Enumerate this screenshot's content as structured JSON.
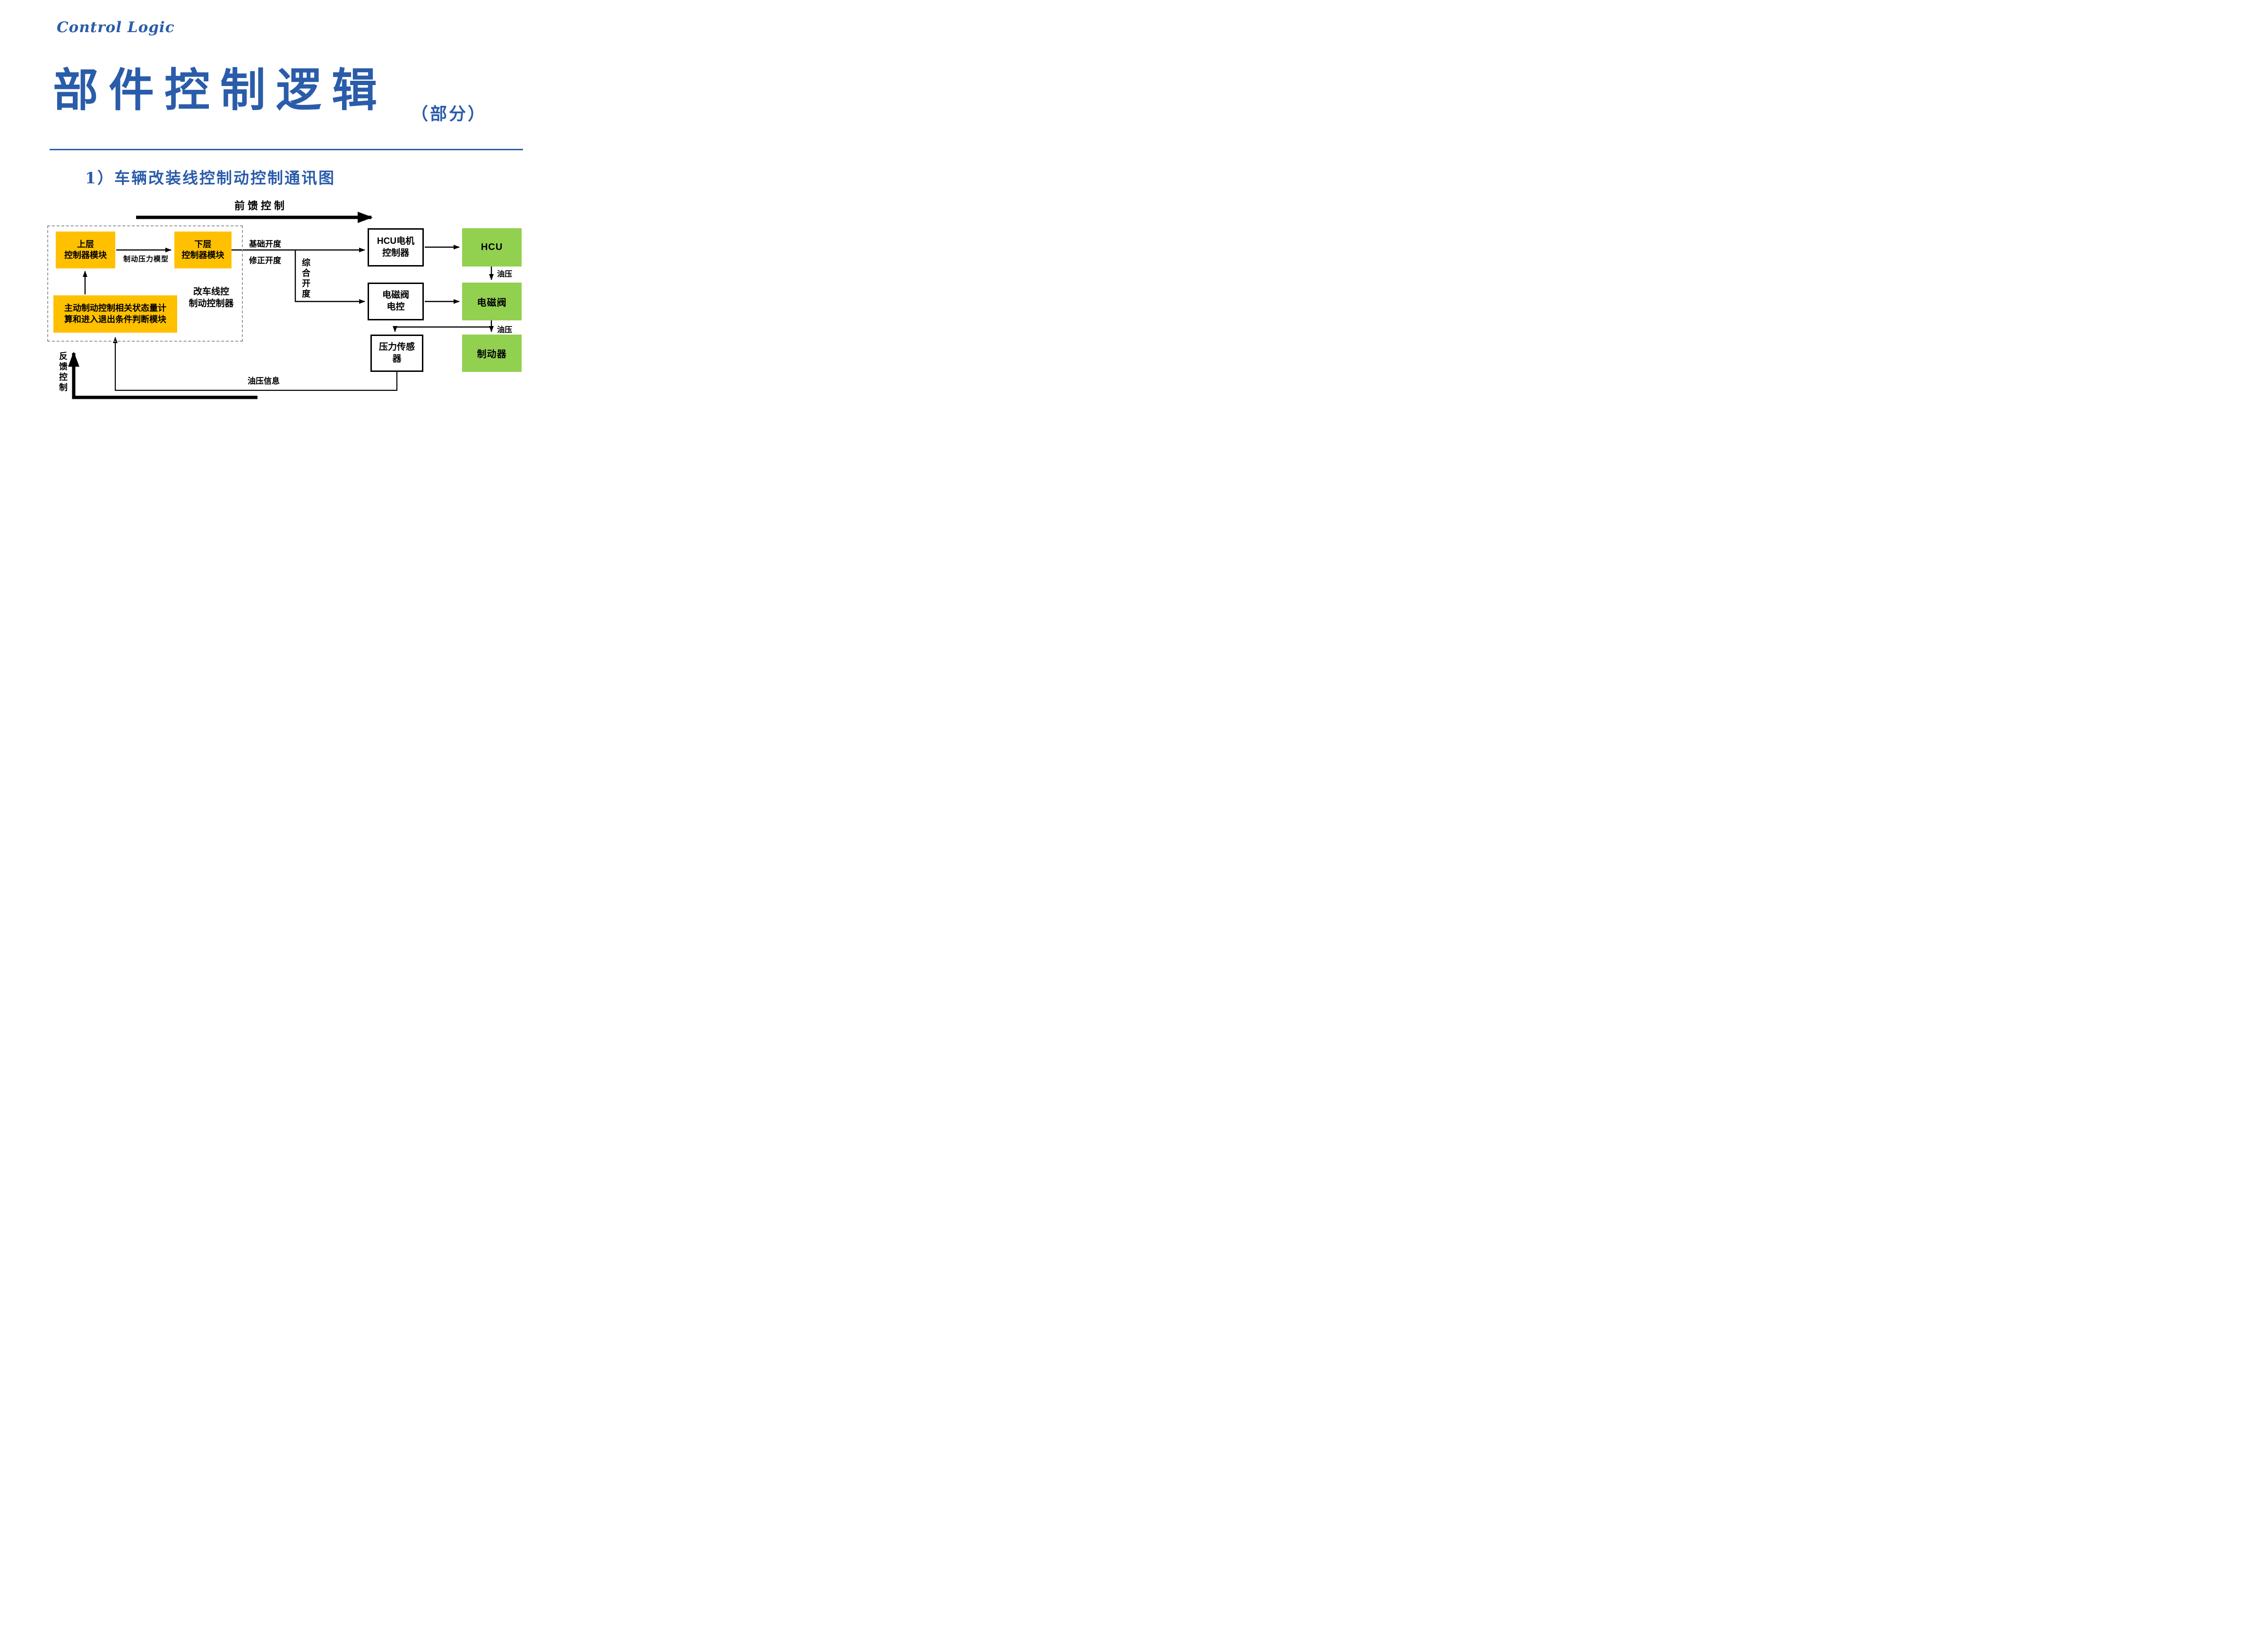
{
  "page": {
    "accent_blue": "#2a5caa",
    "background": "#ffffff"
  },
  "header": {
    "eyebrow": "Control Logic",
    "title": "部件控制逻辑",
    "title_note": "（部分）"
  },
  "section": {
    "heading": "1）车辆改装线控制动控制通讯图"
  },
  "diagram": {
    "colors": {
      "module_orange": "#ffc000",
      "component_green": "#92d050",
      "line_black": "#000000"
    },
    "nodes": {
      "upper_controller": {
        "label": "上层\n控制器模块"
      },
      "lower_controller": {
        "label": "下层\n控制器模块"
      },
      "state_module": {
        "label": "主动制动控制相关状态量计\n算和进入退出条件判断模块"
      },
      "controller_group": {
        "label": "改车线控\n制动控制器"
      },
      "hcu_motor_controller": {
        "label": "HCU电机\n控制器"
      },
      "hcu": {
        "label": "HCU"
      },
      "solenoid_valve_control": {
        "label": "电磁阀\n电控"
      },
      "solenoid_valve": {
        "label": "电磁阀"
      },
      "pressure_sensor": {
        "label": "压力传感\n器"
      },
      "brake": {
        "label": "制动器"
      }
    },
    "edge_labels": {
      "feedforward": "前馈控制",
      "brake_pressure_model": "制动压力模型",
      "base_opening": "基础开度",
      "corrected_opening": "修正开度",
      "integrated_opening": "综合开度",
      "oil_pressure_hcu": "油压",
      "oil_pressure_valve": "油压",
      "oil_pressure_info": "油压信息",
      "feedback": "反馈控制"
    }
  }
}
